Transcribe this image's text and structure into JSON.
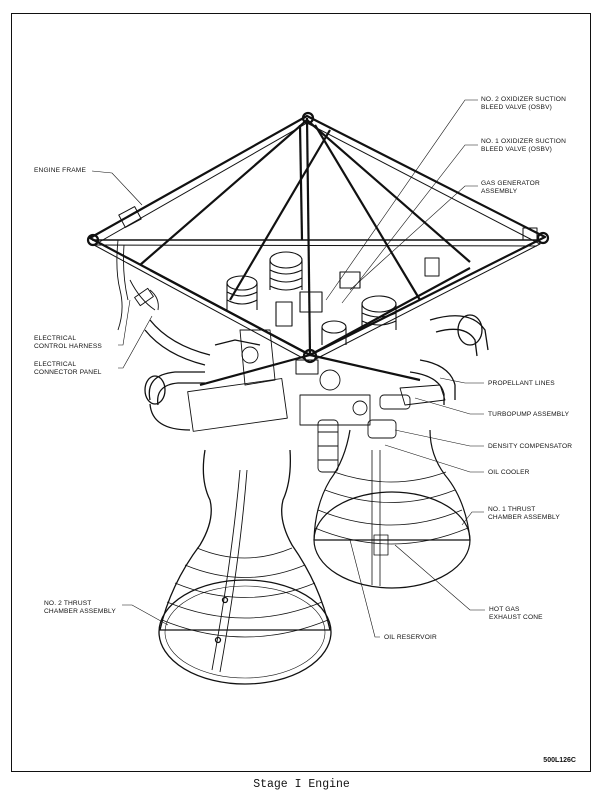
{
  "caption": "Stage I Engine",
  "drawing_number": "500L126C",
  "labels": {
    "engine_frame": "ENGINE FRAME",
    "osbv_2": "NO. 2 OXIDIZER SUCTION\nBLEED VALVE (OSBV)",
    "osbv_1": "NO. 1 OXIDIZER SUCTION\nBLEED VALVE (OSBV)",
    "gas_generator": "GAS GENERATOR\nASSEMBLY",
    "electrical_harness": "ELECTRICAL\nCONTROL HARNESS",
    "electrical_panel": "ELECTRICAL\nCONNECTOR PANEL",
    "propellant_lines": "PROPELLANT LINES",
    "turbopump": "TURBOPUMP ASSEMBLY",
    "density_compensator": "DENSITY COMPENSATOR",
    "oil_cooler": "OIL COOLER",
    "thrust_chamber_1": "NO. 1 THRUST\nCHAMBER ASSEMBLY",
    "thrust_chamber_2": "NO. 2 THRUST\nCHAMBER ASSEMBLY",
    "oil_reservoir": "OIL RESERVOIR",
    "hot_gas_exhaust": "HOT GAS\nEXHAUST CONE"
  }
}
